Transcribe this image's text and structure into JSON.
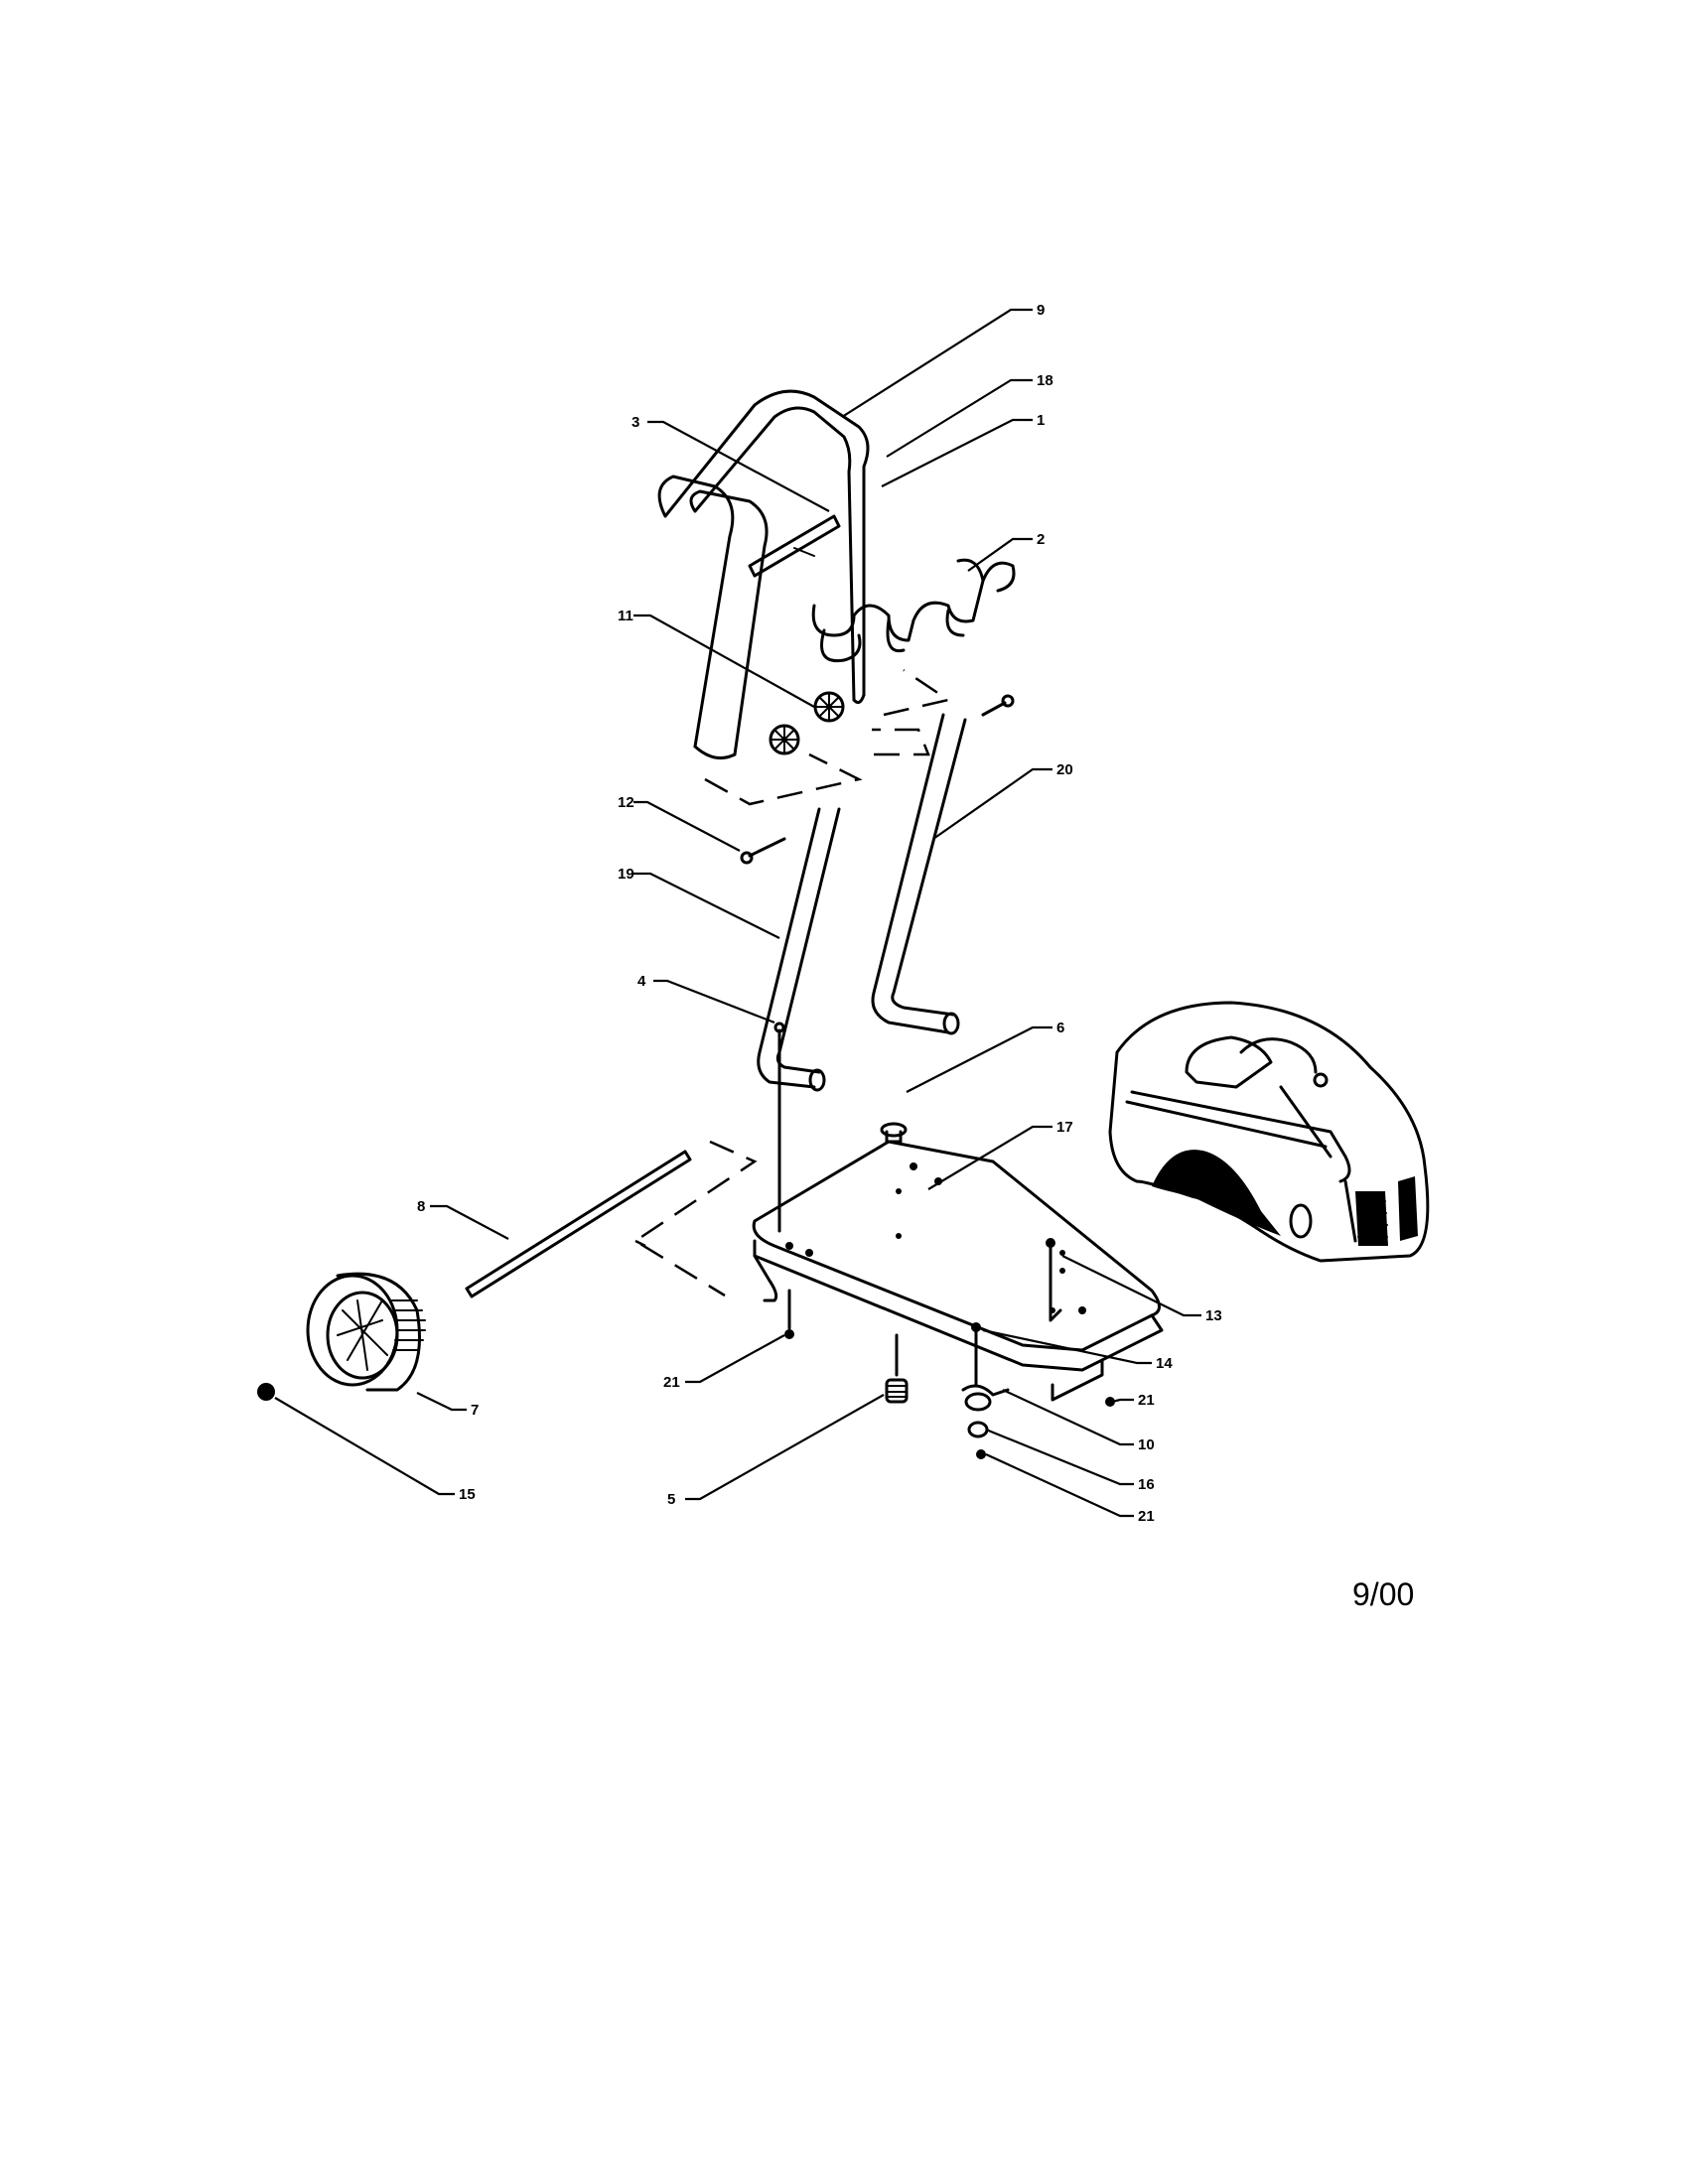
{
  "callouts": [
    {
      "id": "c9",
      "text": "9"
    },
    {
      "id": "c18",
      "text": "18"
    },
    {
      "id": "c1",
      "text": "1"
    },
    {
      "id": "c3",
      "text": "3"
    },
    {
      "id": "c2",
      "text": "2"
    },
    {
      "id": "c11",
      "text": "11"
    },
    {
      "id": "c20",
      "text": "20"
    },
    {
      "id": "c12",
      "text": "12"
    },
    {
      "id": "c19",
      "text": "19"
    },
    {
      "id": "c4",
      "text": "4"
    },
    {
      "id": "c6",
      "text": "6"
    },
    {
      "id": "c17",
      "text": "17"
    },
    {
      "id": "c8",
      "text": "8"
    },
    {
      "id": "c13",
      "text": "13"
    },
    {
      "id": "c14",
      "text": "14"
    },
    {
      "id": "c21a",
      "text": "21"
    },
    {
      "id": "c21b",
      "text": "21"
    },
    {
      "id": "c7",
      "text": "7"
    },
    {
      "id": "c10",
      "text": "10"
    },
    {
      "id": "c16",
      "text": "16"
    },
    {
      "id": "c15",
      "text": "15"
    },
    {
      "id": "c5",
      "text": "5"
    },
    {
      "id": "c21c",
      "text": "21"
    }
  ],
  "revision_date": "9/00"
}
